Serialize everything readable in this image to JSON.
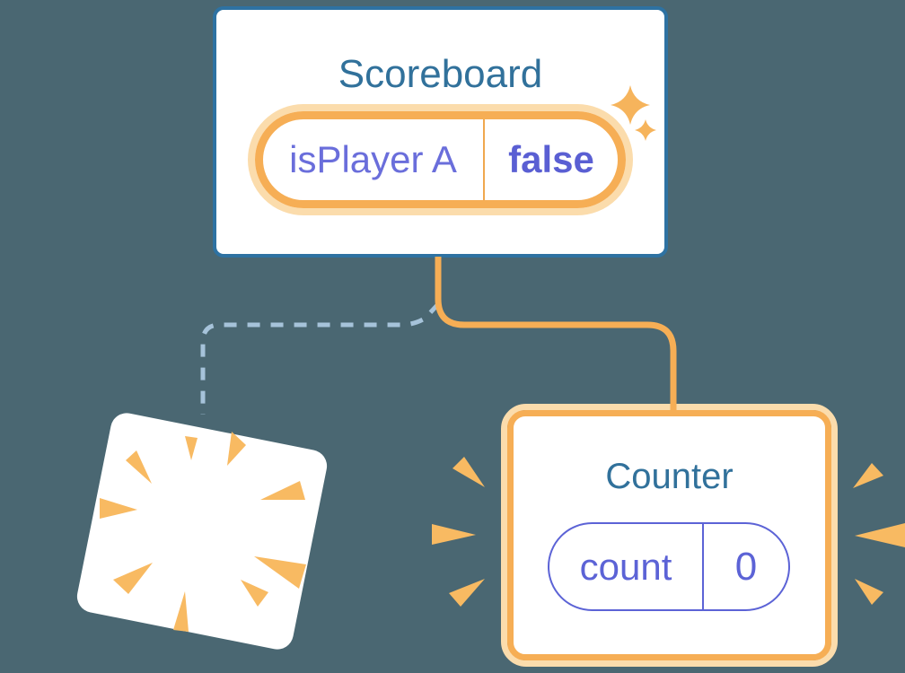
{
  "diagram": {
    "background_color": "#4A6772",
    "scoreboard": {
      "title": "Scoreboard",
      "state": {
        "name": "isPlayer A",
        "value": "false"
      }
    },
    "counter": {
      "title": "Counter",
      "state": {
        "name": "count",
        "value": "0"
      }
    },
    "colors": {
      "card_border_blue": "#2E72A2",
      "component_title_blue": "#31719B",
      "state_orange": "#F6AE55",
      "state_orange_glow": "#FBDCAC",
      "state_name_purple": "#6A6EDB",
      "state_value_purple": "#5A5FD3",
      "counter_pill_purple": "#5C63D6",
      "dashed_line_blue": "#A6C3DA",
      "burst_orange": "#F8BA62"
    },
    "icons": {
      "sparkle": "sparkle-icon",
      "poof": "poof-icon",
      "emphasis_marks": "emphasis-burst-icon"
    }
  }
}
